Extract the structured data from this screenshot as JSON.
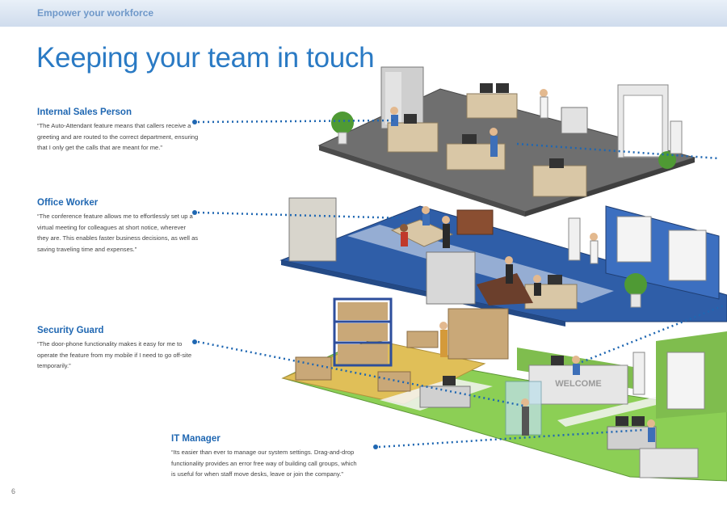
{
  "header": {
    "section_label": "Empower your workforce"
  },
  "page": {
    "title": "Keeping your team in touch",
    "page_number": "6"
  },
  "testimonials": [
    {
      "role": "Internal Sales Person",
      "quote": "“The Auto-Attendant feature means that callers receive a greeting and are routed to the correct department, ensuring that I only get the calls that are meant for me.”"
    },
    {
      "role": "Office Worker",
      "quote": "“The conference feature allows me to effortlessly set up a virtual meeting for colleagues at short notice, wherever they are. This enables faster business decisions, as well as saving traveling time and expenses.”"
    },
    {
      "role": "Security Guard",
      "quote": "“The door-phone functionality makes it easy for me to operate the feature from my mobile if I need to go off-site temporarily.”"
    },
    {
      "role": "IT Manager",
      "quote": "“Its easier than ever to manage our system settings. Drag-and-drop functionality provides an error free way of building call groups, which is useful for when staff move desks, leave or join the company.”"
    }
  ],
  "illustration": {
    "reception_sign": "WELCOME",
    "colors": {
      "accent_blue": "#2a7ac4",
      "heading_blue": "#1f67b2",
      "floor_grey": "#6f6f6f",
      "floor_blue": "#2f5ea8",
      "floor_green": "#8ccf55",
      "floor_yellow": "#e0bf58",
      "connector_dots": "#1f67b2"
    }
  }
}
